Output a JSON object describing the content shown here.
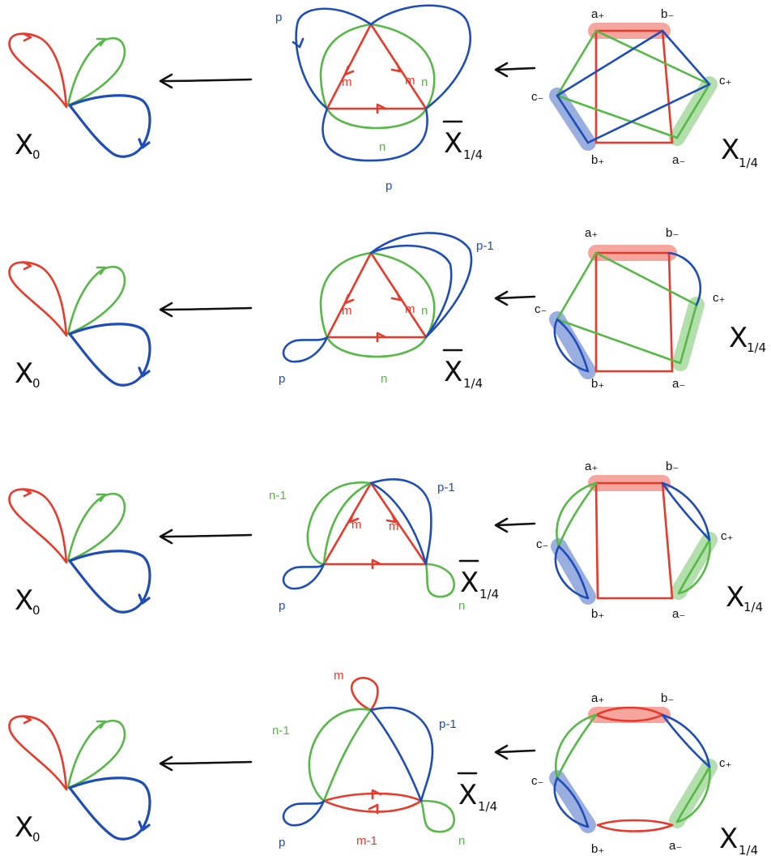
{
  "colors": {
    "red": "#e8392b",
    "green": "#56b846",
    "blue": "#1f4db8"
  },
  "labels": {
    "x0": "X",
    "x0_sub": "0",
    "xbar": "X",
    "xbar_sub": "1/4",
    "x14": "X",
    "x14_sub": "1/4"
  },
  "vertices": {
    "a_plus": "a₊",
    "b_minus": "b₋",
    "c_plus": "c₊",
    "a_minus": "a₋",
    "b_plus": "b₊",
    "c_minus": "c₋"
  },
  "edge_labels": {
    "m": "m",
    "n": "n",
    "p": "p",
    "m1": "m-1",
    "n1": "n-1",
    "p1": "p-1"
  }
}
